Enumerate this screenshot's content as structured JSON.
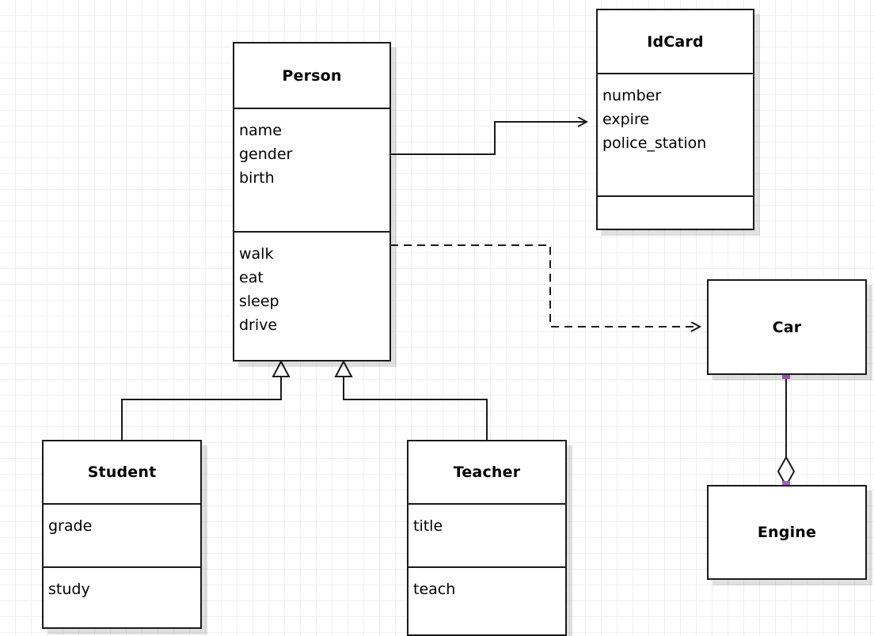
{
  "diagram": {
    "type": "uml-class-diagram",
    "background": "#ffffff",
    "grid_color": "#f0f0f0",
    "line_color": "#1a1a1a",
    "handle_color": "#aa5fbf"
  },
  "classes": {
    "person": {
      "name": "Person",
      "attributes": [
        "name",
        "gender",
        "birth"
      ],
      "operations": [
        "walk",
        "eat",
        "sleep",
        "drive"
      ]
    },
    "idcard": {
      "name": "IdCard",
      "attributes": [
        "number",
        "expire",
        "police_station"
      ],
      "operations": []
    },
    "car": {
      "name": "Car"
    },
    "engine": {
      "name": "Engine"
    },
    "student": {
      "name": "Student",
      "attributes": [
        "grade"
      ],
      "operations": [
        "study"
      ]
    },
    "teacher": {
      "name": "Teacher",
      "attributes": [
        "title"
      ],
      "operations": [
        "teach"
      ]
    }
  },
  "relations": [
    {
      "id": "person-idcard",
      "type": "association",
      "from": "Person",
      "to": "IdCard",
      "style": "solid",
      "arrow": "open"
    },
    {
      "id": "person-car",
      "type": "dependency",
      "from": "Person",
      "to": "Car",
      "style": "dashed",
      "arrow": "open"
    },
    {
      "id": "student-person",
      "type": "generalization",
      "from": "Student",
      "to": "Person",
      "style": "solid",
      "arrow": "hollow-triangle"
    },
    {
      "id": "teacher-person",
      "type": "generalization",
      "from": "Teacher",
      "to": "Person",
      "style": "solid",
      "arrow": "hollow-triangle"
    },
    {
      "id": "car-engine",
      "type": "aggregation",
      "from": "Car",
      "to": "Engine",
      "style": "solid",
      "arrow": "hollow-diamond"
    }
  ]
}
